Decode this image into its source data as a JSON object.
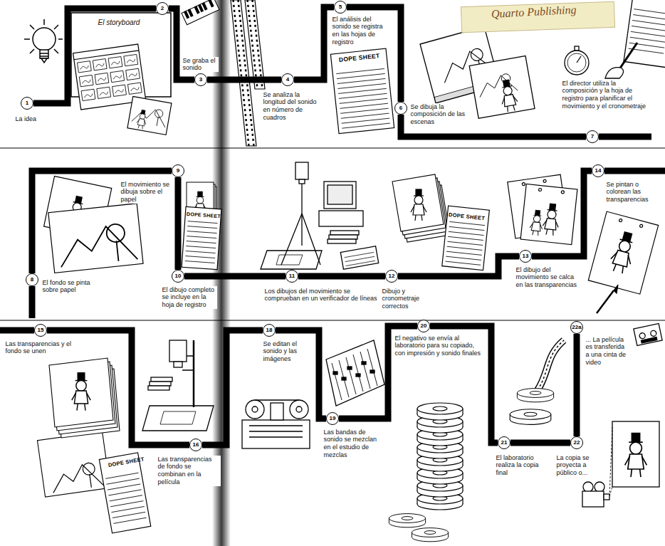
{
  "diagram": {
    "nodes": [
      {
        "text": [
          "1",
          "La idea"
        ]
      },
      {
        "text": [
          "2",
          "El storyboard"
        ]
      },
      {
        "text": [
          "3",
          "Se graba el sonido"
        ]
      },
      {
        "text": [
          "4",
          "Se analiza la longitud del sonido en número de cuadros"
        ]
      },
      {
        "text": [
          "5",
          "El análisis del sonido se registra en las hojas de registro"
        ]
      },
      {
        "text": [
          "6",
          "Se dibuja la composición de las escenas"
        ]
      },
      {
        "text": [
          "7",
          "El director utiliza la composición y la hoja de registro para planificar el movimiento y el cronometraje"
        ]
      },
      {
        "text": [
          "8",
          "El fondo se pinta sobre papel"
        ]
      },
      {
        "text": [
          "9",
          "El movimiento se dibuja sobre el papel"
        ]
      },
      {
        "text": [
          "10",
          "El dibujo completo se incluye en la hoja de registro"
        ]
      },
      {
        "text": [
          "11",
          "Los dibujos del movimiento se comprueban en un verificador de líneas"
        ]
      },
      {
        "text": [
          "12",
          "Dibujo y cronometraje correctos"
        ]
      },
      {
        "text": [
          "13",
          "El dibujo del movimiento se calca en las transparencias"
        ]
      },
      {
        "text": [
          "14",
          "Se pintan o colorean las transparencias"
        ]
      },
      {
        "text": [
          "15",
          "Las transparencias y el fondo se unen"
        ]
      },
      {
        "text": [
          "16",
          "Las transparencias de fondo se combinan en la película"
        ]
      },
      {
        "text": [
          "18",
          "Se editan el sonido y las imágenes"
        ]
      },
      {
        "text": [
          "19",
          "Las bandas de sonido se mezclan en el estudio de mezclas"
        ]
      },
      {
        "text": [
          "20",
          "El negativo se envía al laboratorio para su copiado, con impresión y sonido finales"
        ]
      },
      {
        "text": [
          "21",
          "El laboratorio realiza la copia final"
        ]
      },
      {
        "text": [
          "22",
          "La copia se proyecta a público o..."
        ]
      },
      {
        "text": [
          "22a",
          "... La película es transferida a una cinta de video"
        ]
      }
    ],
    "edges": [
      {
        "from": 0,
        "to": 1,
        "arrow": "none"
      },
      {
        "from": 1,
        "to": 2,
        "arrow": "none"
      },
      {
        "from": 2,
        "to": 3,
        "arrow": "none"
      },
      {
        "from": 3,
        "to": 4,
        "arrow": "none"
      },
      {
        "from": 4,
        "to": 5,
        "arrow": "none"
      },
      {
        "from": 5,
        "to": 6,
        "arrow": "none"
      },
      {
        "from": 7,
        "to": 8,
        "arrow": "none"
      },
      {
        "from": 8,
        "to": 9,
        "arrow": "none"
      },
      {
        "from": 9,
        "to": 10,
        "arrow": "none"
      },
      {
        "from": 10,
        "to": 11,
        "arrow": "none"
      },
      {
        "from": 11,
        "to": 12,
        "arrow": "none"
      },
      {
        "from": 12,
        "to": 13,
        "arrow": "none"
      },
      {
        "from": 14,
        "to": 15,
        "arrow": "none"
      },
      {
        "from": 15,
        "to": 16,
        "arrow": "none"
      },
      {
        "from": 16,
        "to": 17,
        "arrow": "none"
      },
      {
        "from": 17,
        "to": 18,
        "arrow": "none"
      },
      {
        "from": 18,
        "to": 19,
        "arrow": "none"
      },
      {
        "from": 19,
        "to": 20,
        "arrow": "none"
      },
      {
        "from": 20,
        "to": 21,
        "arrow": "none"
      }
    ],
    "labels": [
      "DOPE SHEET",
      "DOPE SHEET",
      "DOPE SHEET",
      "DOPE SHEET",
      "Quarto Publishing"
    ]
  }
}
